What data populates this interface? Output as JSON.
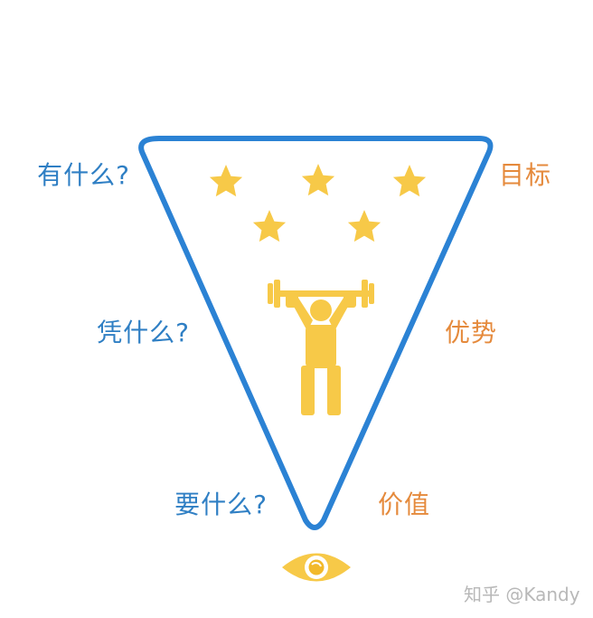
{
  "diagram": {
    "left_labels": [
      "有什么?",
      "凭什么?",
      "要什么?"
    ],
    "right_labels": [
      "目标",
      "优势",
      "价值"
    ],
    "watermark": "知乎 @Kandy",
    "icons": [
      "star-icon",
      "weightlifter-icon",
      "eye-icon"
    ],
    "star_count": 5,
    "colors": {
      "triangle_stroke": "#2b82d4",
      "left_text": "#2f7fc4",
      "right_text": "#e58a3c",
      "icons": "#f7c948",
      "eye_dark": "#f2b92a",
      "watermark": "#b8b8b8"
    }
  }
}
